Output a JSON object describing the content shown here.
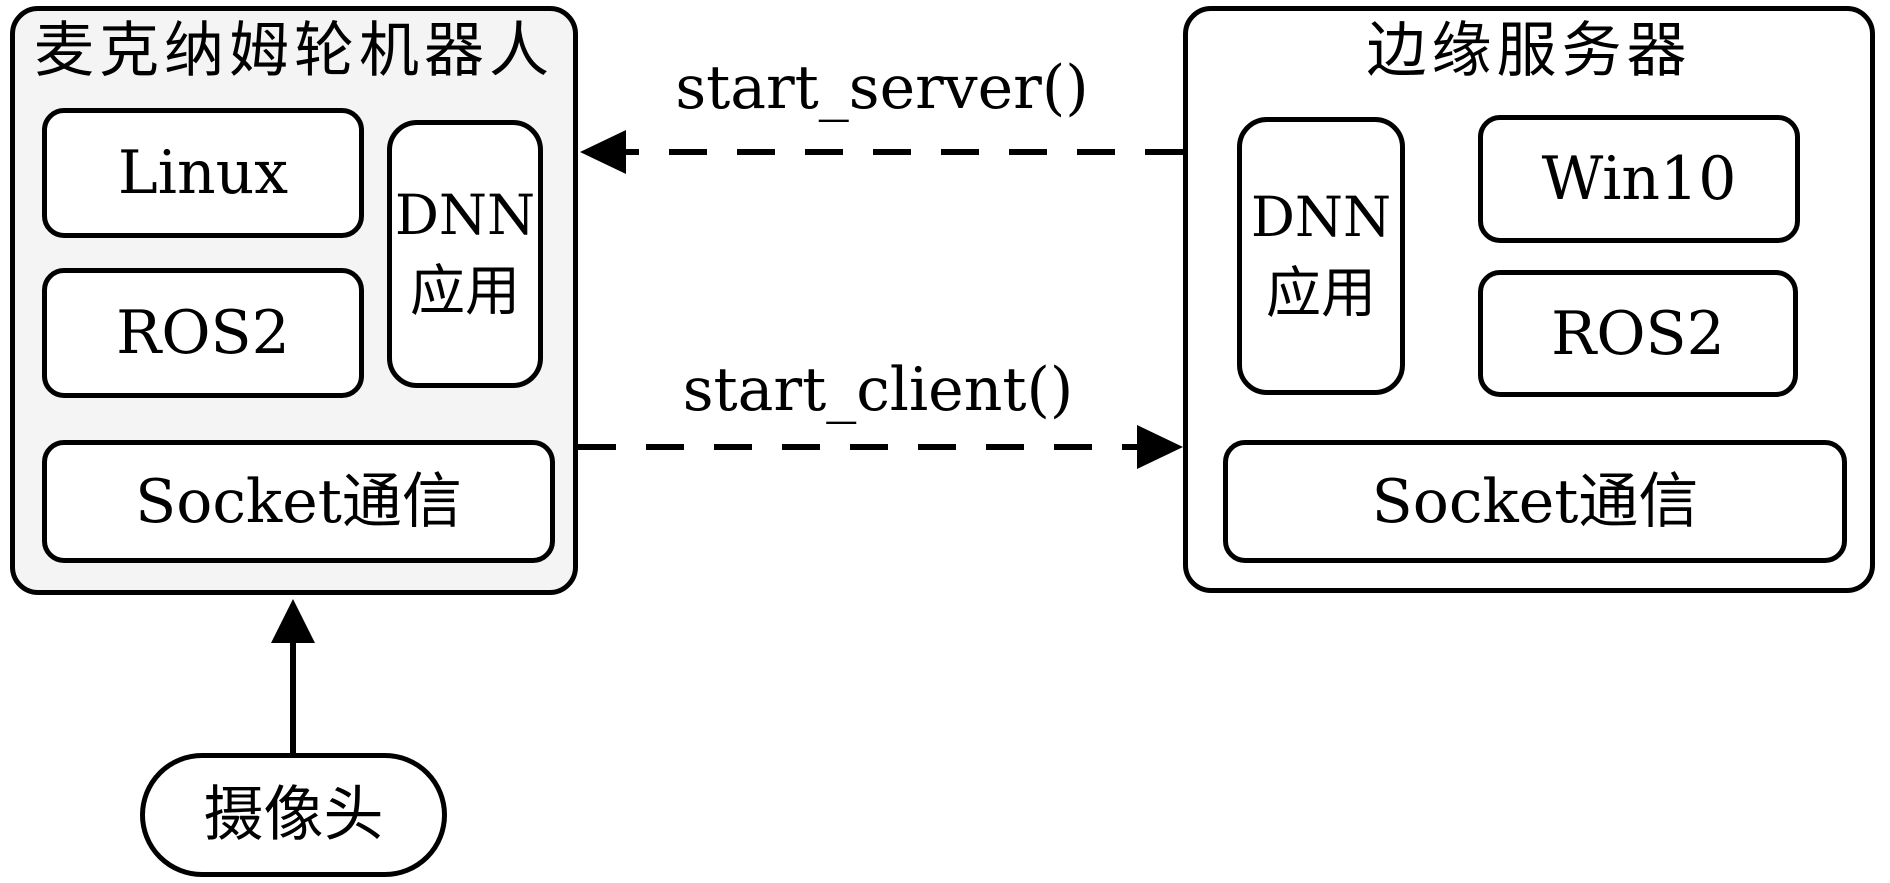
{
  "robot": {
    "title": "麦克纳姆轮机器人",
    "linux": "Linux",
    "ros2": "ROS2",
    "dnn_line1": "DNN",
    "dnn_line2": "应用",
    "socket": "Socket通信"
  },
  "server": {
    "title": "边缘服务器",
    "dnn_line1": "DNN",
    "dnn_line2": "应用",
    "win10": "Win10",
    "ros2": "ROS2",
    "socket": "Socket通信"
  },
  "camera": {
    "label": "摄像头"
  },
  "arrows": {
    "start_server": "start_server()",
    "start_client": "start_client()"
  },
  "colors": {
    "stroke": "#000000",
    "robot_fill": "#f4f4f4",
    "box_fill": "#ffffff"
  }
}
